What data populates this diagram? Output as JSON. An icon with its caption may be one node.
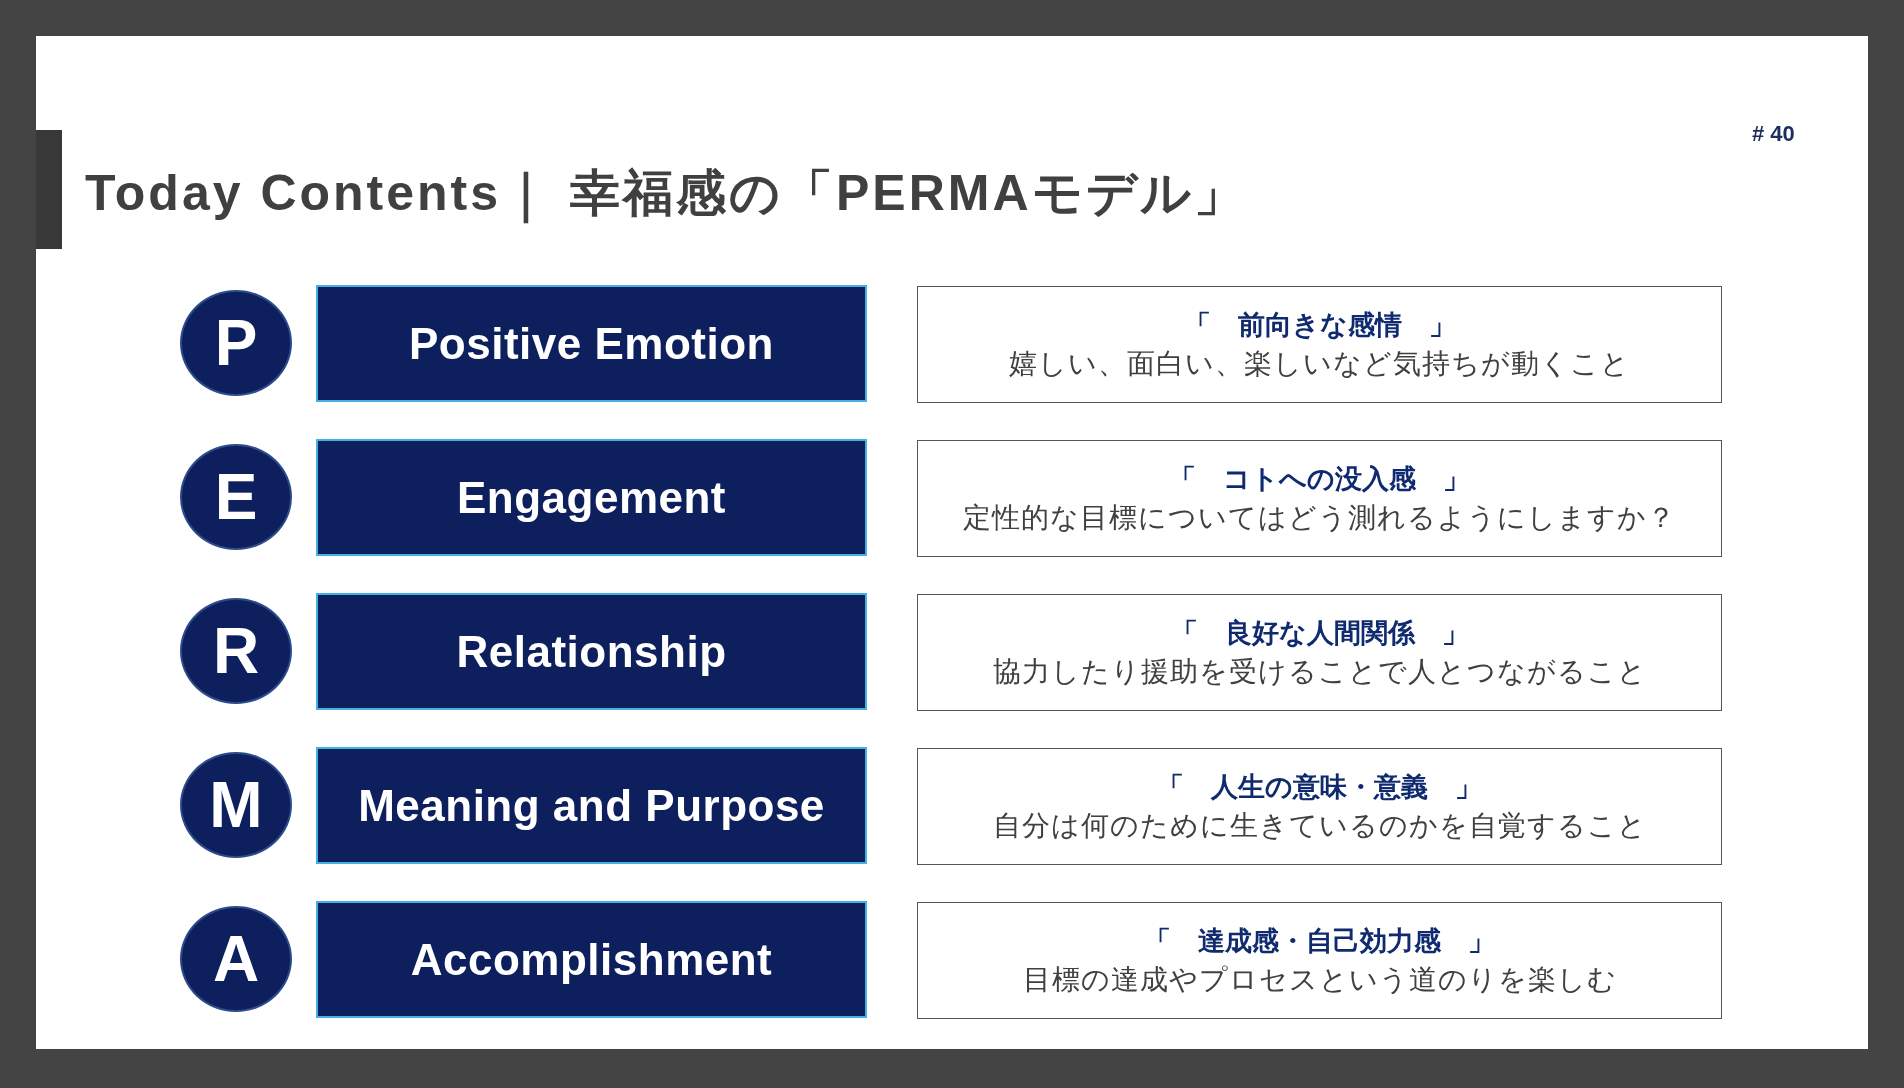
{
  "diagram": {
    "title": "Today Contents｜ 幸福感の「PERMAモデル」",
    "nodes": [
      {
        "text": [
          "P"
        ]
      },
      {
        "text": [
          "Positive Emotion"
        ]
      },
      {
        "text": [
          "「　前向きな感情　」",
          "嬉しい、面白い、楽しいなど気持ちが動くこと"
        ]
      },
      {
        "text": [
          "E"
        ]
      },
      {
        "text": [
          "Engagement"
        ]
      },
      {
        "text": [
          "「　コトへの没入感　」",
          "定性的な目標についてはどう測れるようにしますか？"
        ]
      },
      {
        "text": [
          "R"
        ]
      },
      {
        "text": [
          "Relationship"
        ]
      },
      {
        "text": [
          "「　良好な人間関係　」",
          "協力したり援助を受けることで人とつながること"
        ]
      },
      {
        "text": [
          "M"
        ]
      },
      {
        "text": [
          "Meaning and Purpose"
        ]
      },
      {
        "text": [
          "「　人生の意味・意義　」",
          "自分は何のために生きているのかを自覚すること"
        ]
      },
      {
        "text": [
          "A"
        ]
      },
      {
        "text": [
          "Accomplishment"
        ]
      },
      {
        "text": [
          "「　達成感・自己効力感　」",
          "目標の達成やプロセスという道のりを楽しむ"
        ]
      }
    ],
    "labels": [
      "# 40"
    ]
  }
}
